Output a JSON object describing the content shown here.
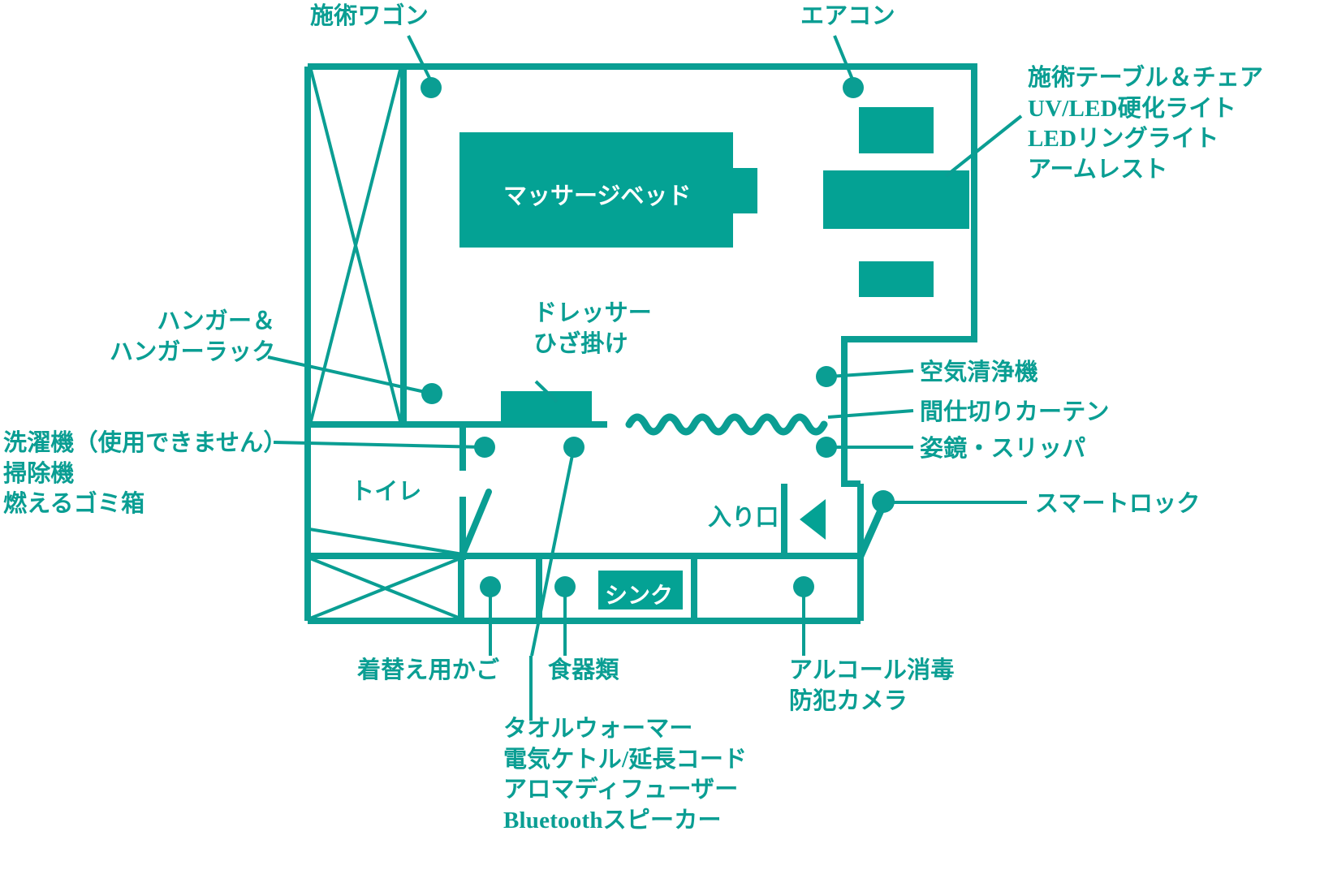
{
  "diagram": {
    "title": "nail-salon-floor-plan",
    "accent_color": "#0A9E93",
    "fill_color": "#04A294",
    "background_color": "#ffffff"
  },
  "room_labels": {
    "massage_bed": "マッサージベッド",
    "sink": "シンク",
    "toilet": "トイレ",
    "entrance": "入り口"
  },
  "callouts": {
    "treatment_wagon": "施術ワゴン",
    "air_conditioner": "エアコン",
    "treatment_table_block": "施術テーブル＆チェア\nUV/LED硬化ライト\nLEDリングライト\nアームレスト",
    "hanger_block": "ハンガー＆\nハンガーラック",
    "dresser_block": "ドレッサー\nひざ掛け",
    "washer_block": "洗濯機（使用できません）\n掃除機\n燃えるゴミ箱",
    "air_purifier": "空気清浄機",
    "partition_curtain": "間仕切りカーテン",
    "mirror_slippers": "姿鏡・スリッパ",
    "smart_lock": "スマートロック",
    "changing_basket": "着替え用かご",
    "tableware": "食器類",
    "towel_warmer_block": "タオルウォーマー\n電気ケトル/延長コード\nアロマディフューザー\nBluetoothスピーカー",
    "alcohol_block": "アルコール消毒\n防犯カメラ"
  }
}
